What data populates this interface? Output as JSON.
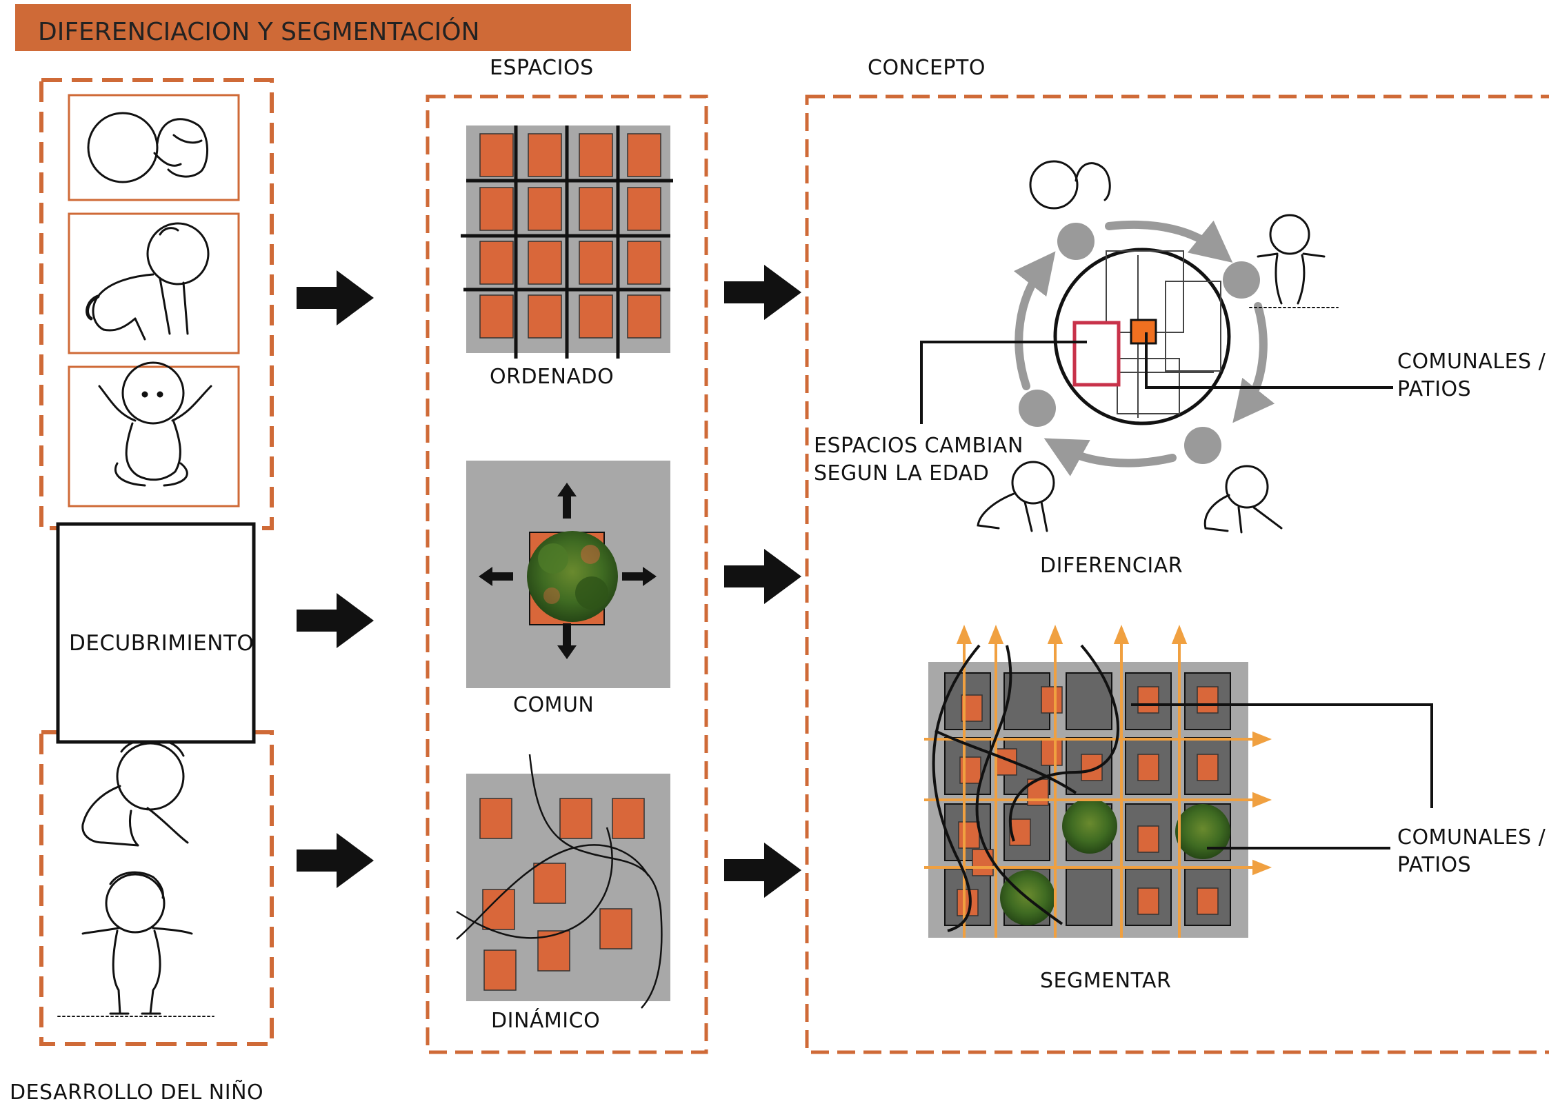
{
  "title": "DIFERENCIACION Y SEGMENTACIÓN",
  "columns": {
    "desarrollo": "DESARROLLO DEL NIÑO",
    "espacios": "ESPACIOS",
    "concepto": "CONCEPTO"
  },
  "stage_label": "DECUBRIMIENTO",
  "spaces": [
    "ORDENADO",
    "COMUN",
    "DINÁMICO"
  ],
  "concept": {
    "diferenciar": "DIFERENCIAR",
    "segmentar": "SEGMENTAR",
    "callout_left_line1": "ESPACIOS CAMBIAN",
    "callout_left_line2": "SEGUN LA EDAD",
    "callout_top_line1": "COMUNALES /",
    "callout_top_line2": "PATIOS",
    "callout_bottom_line1": "COMUNALES /",
    "callout_bottom_line2": "PATIOS"
  },
  "colors": {
    "accent": "#cf6a37",
    "block": "#d9673a",
    "panel": "#a8a8a8",
    "dark_cell": "#666666",
    "tree": "#3f6b22",
    "arrow": "#111111",
    "cycle_arrow": "#9a9a9a",
    "grid_arrow": "#f0a040",
    "pink": "#c8324a"
  },
  "icons": [
    "baby-lying-icon",
    "baby-crawling-icon",
    "baby-sitting-icon",
    "baby-standing-icon",
    "tree-icon",
    "right-arrow-icon"
  ]
}
